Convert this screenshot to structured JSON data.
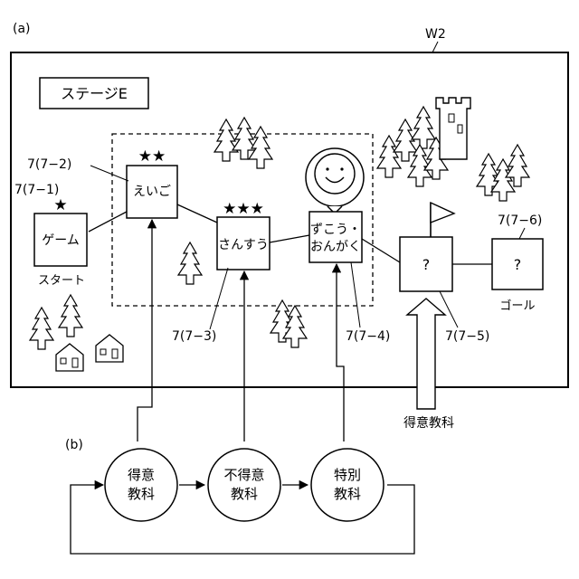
{
  "labels": {
    "part_a": "(a)",
    "part_b": "(b)",
    "window_ref": "W2",
    "stage_title": "ステージE",
    "start_label": "スタート",
    "goal_label": "ゴール",
    "strong_subject_caption": "得意教科"
  },
  "stages": [
    {
      "label": "ゲーム",
      "ref": "7(7−1)",
      "stars": "★"
    },
    {
      "label": "えいご",
      "ref": "7(7−2)",
      "stars": "★★"
    },
    {
      "label": "さんすう",
      "ref": "7(7−3)",
      "stars": "★★★"
    },
    {
      "label_line1": "ずこう・",
      "label_line2": "おんがく",
      "ref": "7(7−4)"
    },
    {
      "label": "?",
      "ref": "7(7−5)"
    },
    {
      "label": "?",
      "ref": "7(7−6)"
    }
  ],
  "cycle": [
    {
      "line1": "得意",
      "line2": "教科"
    },
    {
      "line1": "不得意",
      "line2": "教科"
    },
    {
      "line1": "特別",
      "line2": "教科"
    }
  ],
  "colors": {
    "ink": "#000000",
    "paper": "#ffffff"
  }
}
